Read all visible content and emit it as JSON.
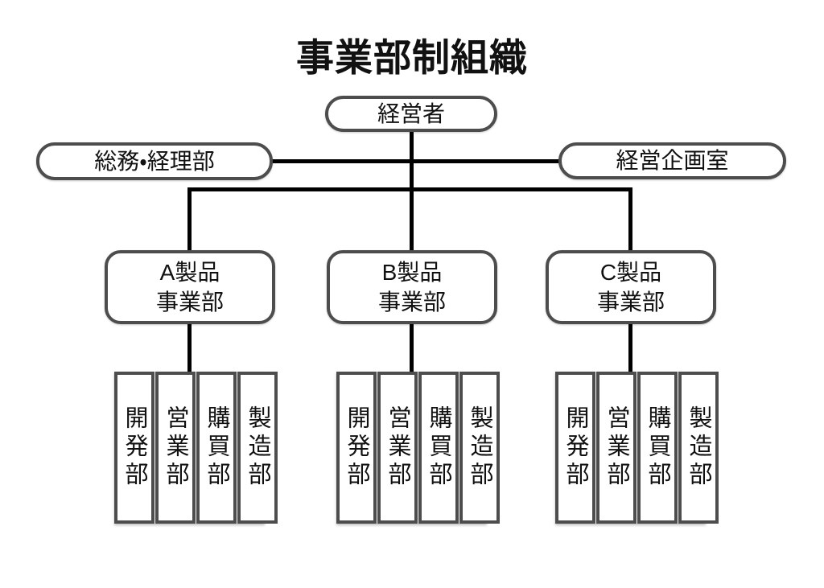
{
  "title": "事業部制組織",
  "org": {
    "root": {
      "label": "経営者"
    },
    "staff_left": {
      "label": "総務・経理部"
    },
    "staff_right": {
      "label": "経営企画室"
    },
    "divisions": [
      {
        "name_line1": "A製品",
        "name_line2": "事業部",
        "departments": [
          "開発部",
          "営業部",
          "購買部",
          "製造部"
        ]
      },
      {
        "name_line1": "B製品",
        "name_line2": "事業部",
        "departments": [
          "開発部",
          "営業部",
          "購買部",
          "製造部"
        ]
      },
      {
        "name_line1": "C製品",
        "name_line2": "事業部",
        "departments": [
          "開発部",
          "営業部",
          "購買部",
          "製造部"
        ]
      }
    ]
  },
  "colors": {
    "background": "#ffffff",
    "node_border": "#4d4d4d",
    "connector": "#000000",
    "text": "#111111"
  }
}
